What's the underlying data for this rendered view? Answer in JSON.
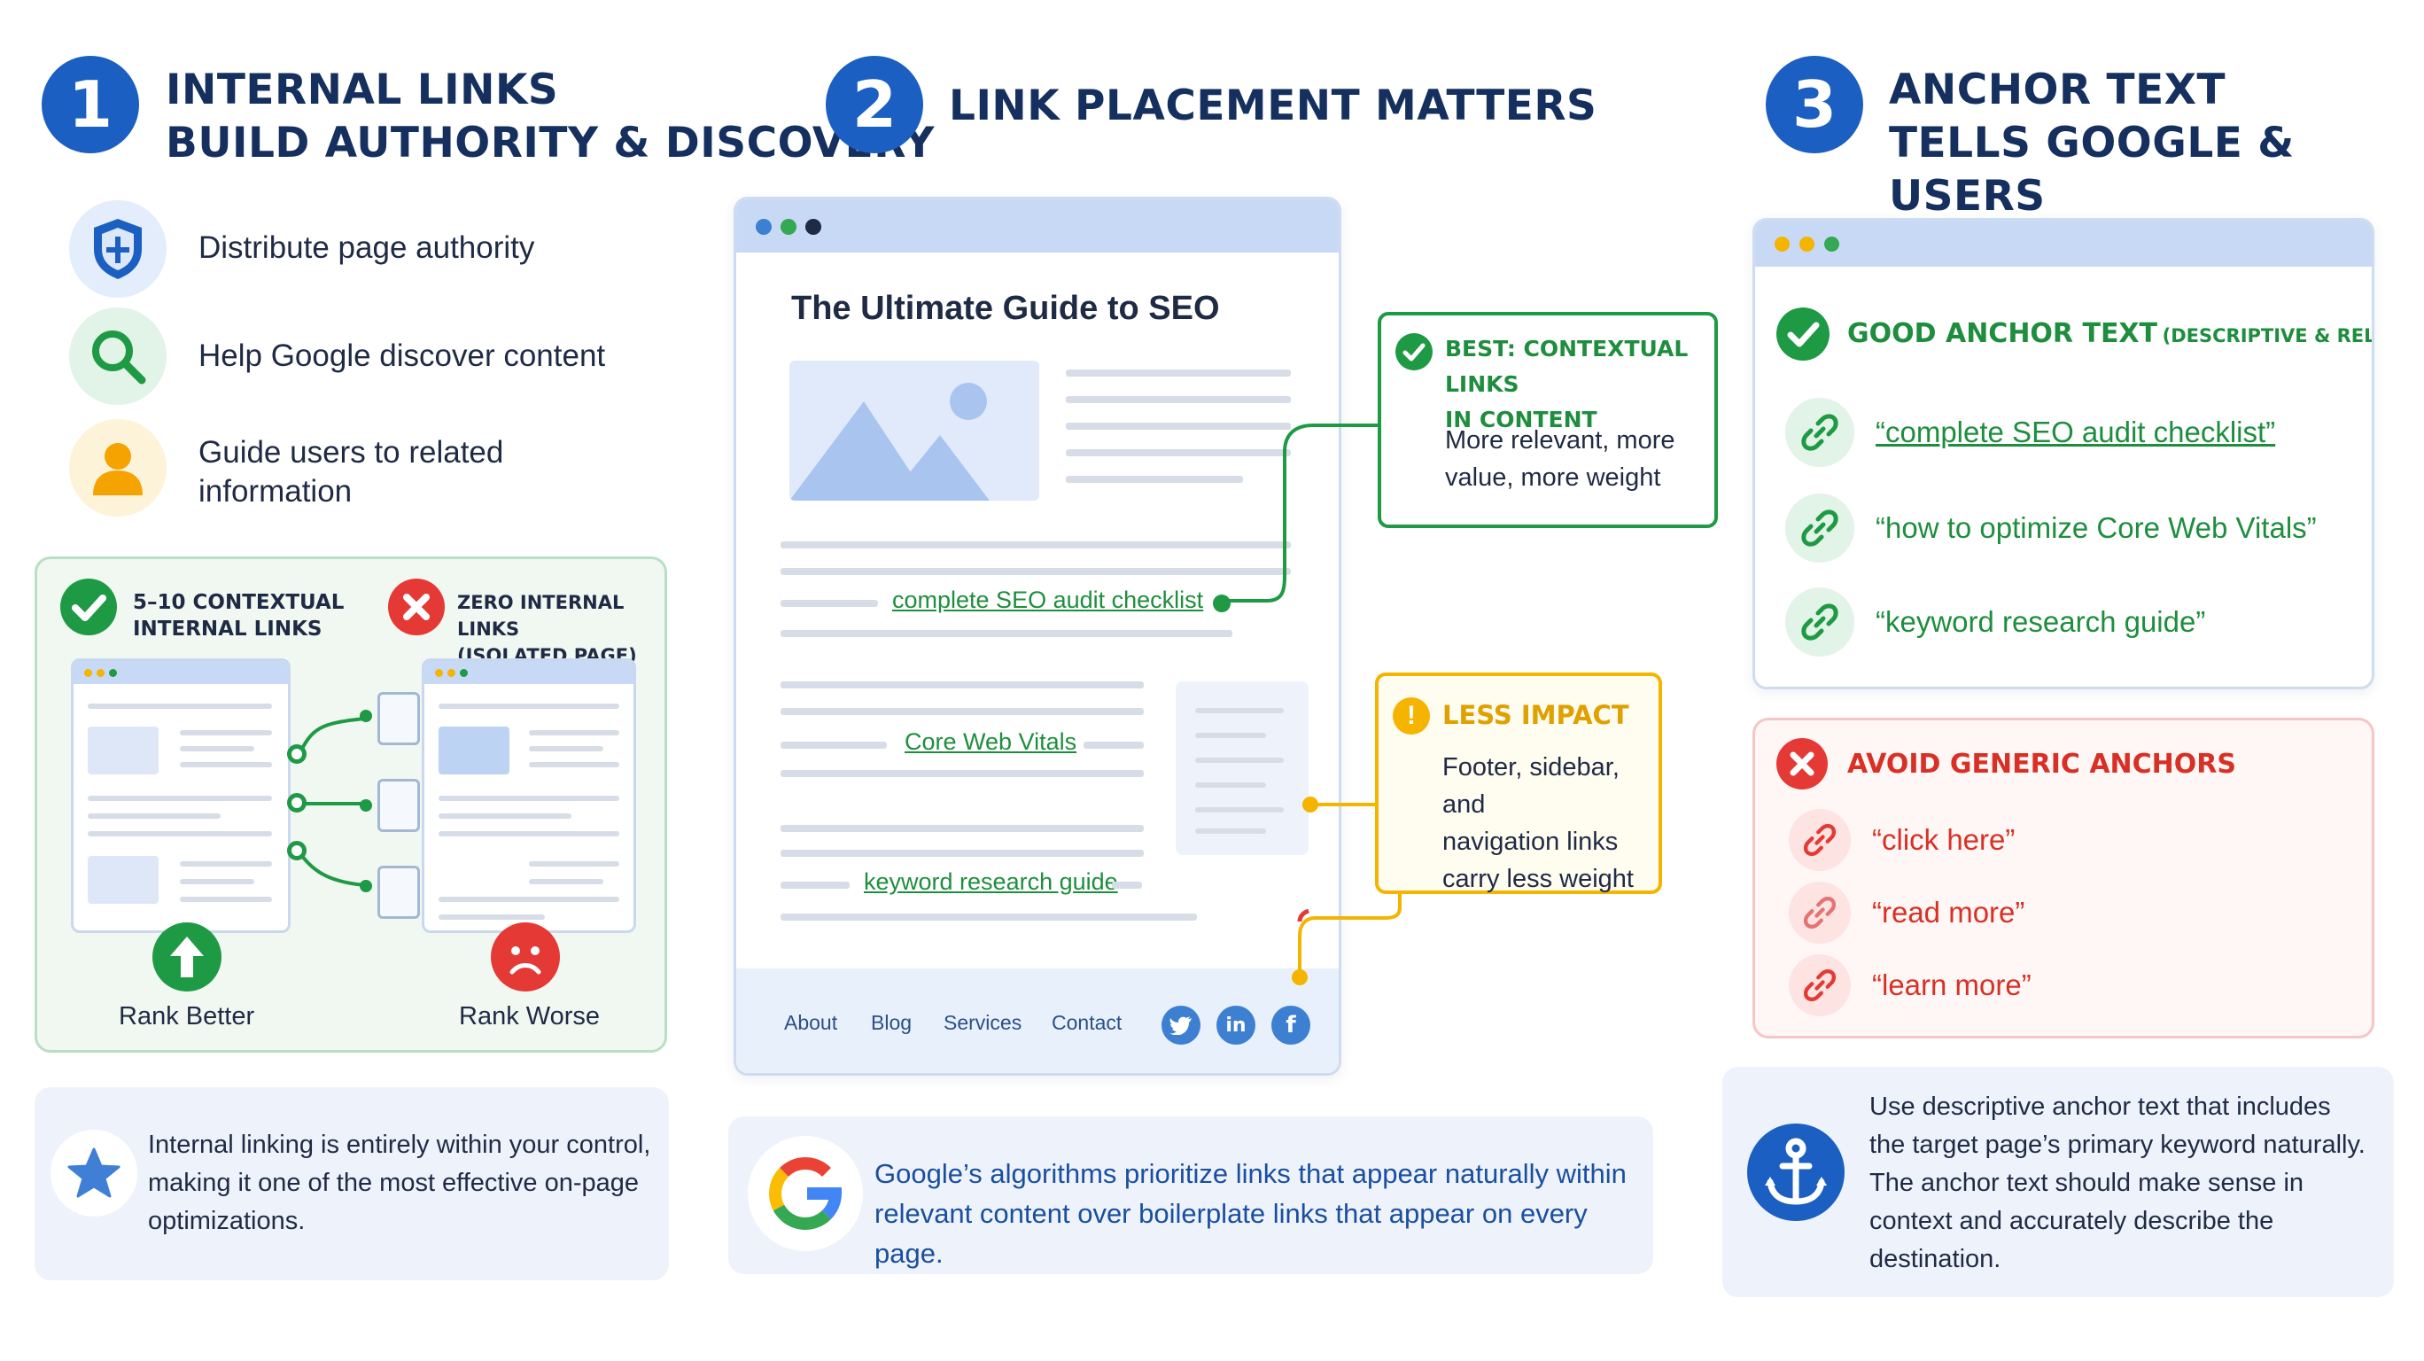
{
  "sections": [
    {
      "number": "1",
      "title_line1": "INTERNAL LINKS",
      "title_line2": "BUILD AUTHORITY & DISCOVERY"
    },
    {
      "number": "2",
      "title_line1": "LINK PLACEMENT MATTERS"
    },
    {
      "number": "3",
      "title_line1": "ANCHOR TEXT",
      "title_line2": "TELLS GOOGLE & USERS"
    }
  ],
  "benefits": [
    {
      "label": "Distribute page authority",
      "icon": "shield-icon"
    },
    {
      "label": "Help Google discover content",
      "icon": "search-icon"
    },
    {
      "label_line1": "Guide users to related",
      "label_line2": "information",
      "icon": "user-icon"
    }
  ],
  "comparison": {
    "good_line1": "5–10 CONTEXTUAL",
    "good_line2": "INTERNAL LINKS",
    "bad_line1": "ZERO INTERNAL LINKS",
    "bad_line2": "(ISOLATED PAGE)",
    "good_result": "Rank Better",
    "bad_result": "Rank Worse"
  },
  "tip1": {
    "line1": "Internal linking is entirely within your control,",
    "line2": "making it one of the most effective on-page",
    "line3": "optimizations."
  },
  "article": {
    "title": "The Ultimate Guide to SEO",
    "link1": "complete SEO audit checklist",
    "link2": "Core Web Vitals",
    "link3": "keyword research guide",
    "footer_links": [
      "About",
      "Blog",
      "Services",
      "Contact"
    ],
    "social_icons": [
      "twitter-icon",
      "linkedin-icon",
      "facebook-icon"
    ]
  },
  "callout_best": {
    "title_line1": "BEST: CONTEXTUAL LINKS",
    "title_line2": "IN CONTENT",
    "body_line1": "More relevant, more",
    "body_line2": "value, more weight"
  },
  "callout_less": {
    "title": "LESS IMPACT",
    "body_line1": "Footer, sidebar, and",
    "body_line2": "navigation links",
    "body_line3": "carry less weight"
  },
  "tip2": {
    "line1": "Google’s algorithms prioritize links that appear naturally within",
    "line2": "relevant content over boilerplate links that appear on every page."
  },
  "good_anchor": {
    "title": "GOOD ANCHOR TEXT",
    "subtitle": "(DESCRIPTIVE & RELEVANT)",
    "items": [
      "“complete SEO audit checklist”",
      "“how to optimize Core Web Vitals”",
      "“keyword research guide”"
    ]
  },
  "generic_anchor": {
    "title": "AVOID GENERIC ANCHORS",
    "items": [
      "“click here”",
      "“read more”",
      "“learn more”"
    ]
  },
  "tip3": {
    "line1": "Use descriptive anchor text that includes",
    "line2": "the target page’s primary keyword naturally.",
    "line3": "The anchor text should make sense in",
    "line4": "context and accurately describe the",
    "line5": "destination."
  },
  "colors": {
    "primary_blue": "#1a5fc1",
    "green": "#1e9a45",
    "red": "#e53935",
    "amber": "#f4b400"
  }
}
